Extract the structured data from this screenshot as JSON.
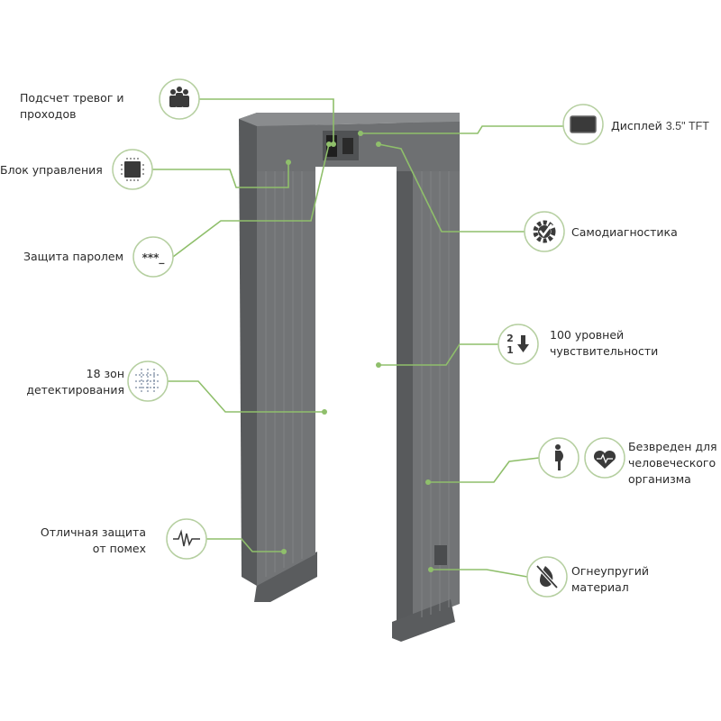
{
  "colors": {
    "accent_line": "#8fbf6b",
    "circle_stroke": "#b5cfa0",
    "gate": "#6b6d6f",
    "icon": "#3a3a3a"
  },
  "callouts": [
    {
      "id": "counting",
      "icon": "crowd-icon",
      "lines": [
        "Подсчет тревог и",
        "проходов"
      ]
    },
    {
      "id": "control",
      "icon": "chip-icon",
      "lines": [
        "Блок управления"
      ]
    },
    {
      "id": "password",
      "icon": "password-icon",
      "lines": [
        "Защита паролем"
      ],
      "icon_text": "***_"
    },
    {
      "id": "zones",
      "icon": "zones-grid-icon",
      "lines": [
        "18 зон",
        "детектирования"
      ]
    },
    {
      "id": "noise",
      "icon": "waveform-icon",
      "lines": [
        "Отличная защита",
        "от помех"
      ]
    },
    {
      "id": "display",
      "icon": "display-icon",
      "lines": [
        "Дисплей"
      ],
      "spec": "3.5\" TFT"
    },
    {
      "id": "selfdiag",
      "icon": "gear-check-icon",
      "lines": [
        "Самодиагностика"
      ]
    },
    {
      "id": "sensitivity",
      "icon": "sort-levels-icon",
      "lines": [
        "100 уровней",
        "чувствительности"
      ],
      "icon_text": [
        "2",
        "1"
      ]
    },
    {
      "id": "harmless",
      "icon": "pregnant-woman-icon",
      "icon2": "heart-pulse-icon",
      "lines": [
        "Безвреден для",
        "человеческого",
        "организма"
      ]
    },
    {
      "id": "fireproof",
      "icon": "no-fire-icon",
      "lines": [
        "Огнеупругий",
        "материал"
      ]
    }
  ]
}
